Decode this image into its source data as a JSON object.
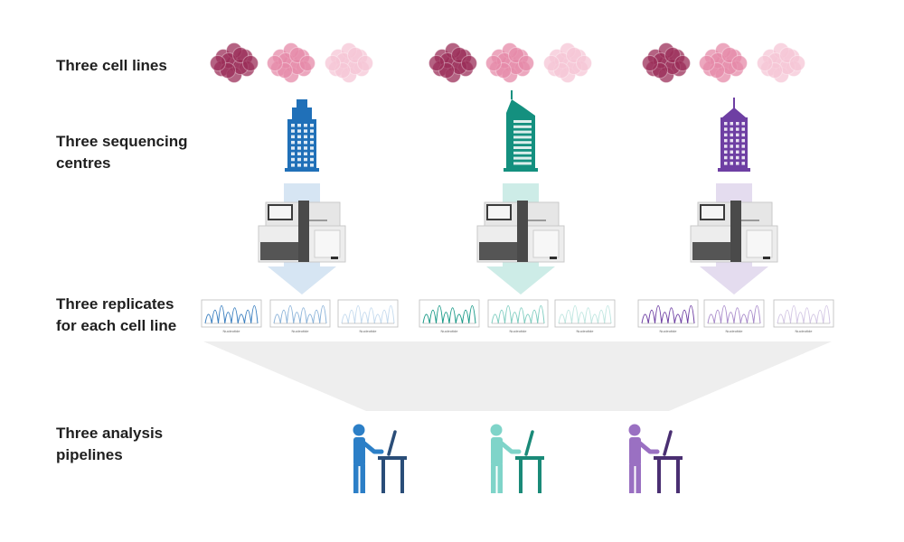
{
  "labels": {
    "row1": "Three cell lines",
    "row2_line1": "Three sequencing",
    "row2_line2": "centres",
    "row3_line1": "Three replicates",
    "row3_line2": "for each cell line",
    "row4_line1": "Three analysis",
    "row4_line2": "pipelines"
  },
  "cell_line_colors": [
    "#9b2d58",
    "#e58aa8",
    "#f6c6d6"
  ],
  "centres": [
    {
      "building_icon": "skyscraper-icon",
      "color": "#2070b8",
      "arrow_color": "#d6e5f3",
      "trace_colors": [
        "#3a7fc0",
        "#8bb3d9",
        "#c4daee"
      ]
    },
    {
      "building_icon": "tower-icon",
      "color": "#14907f",
      "arrow_color": "#cdece7",
      "trace_colors": [
        "#1a9a88",
        "#7fcdc0",
        "#bfe6e0"
      ]
    },
    {
      "building_icon": "office-tower-icon",
      "color": "#6e3fa3",
      "arrow_color": "#e4dcef",
      "trace_colors": [
        "#6e3fa3",
        "#a98bcb",
        "#d3c6e4"
      ]
    }
  ],
  "trace_axis_label": "Nucleotide",
  "pipelines": [
    {
      "person_color": "#2c7fc7",
      "desk_color": "#2a4d78"
    },
    {
      "person_color": "#7fd4c9",
      "desk_color": "#1a8a78"
    },
    {
      "person_color": "#9a70c2",
      "desk_color": "#4a2f72"
    }
  ]
}
